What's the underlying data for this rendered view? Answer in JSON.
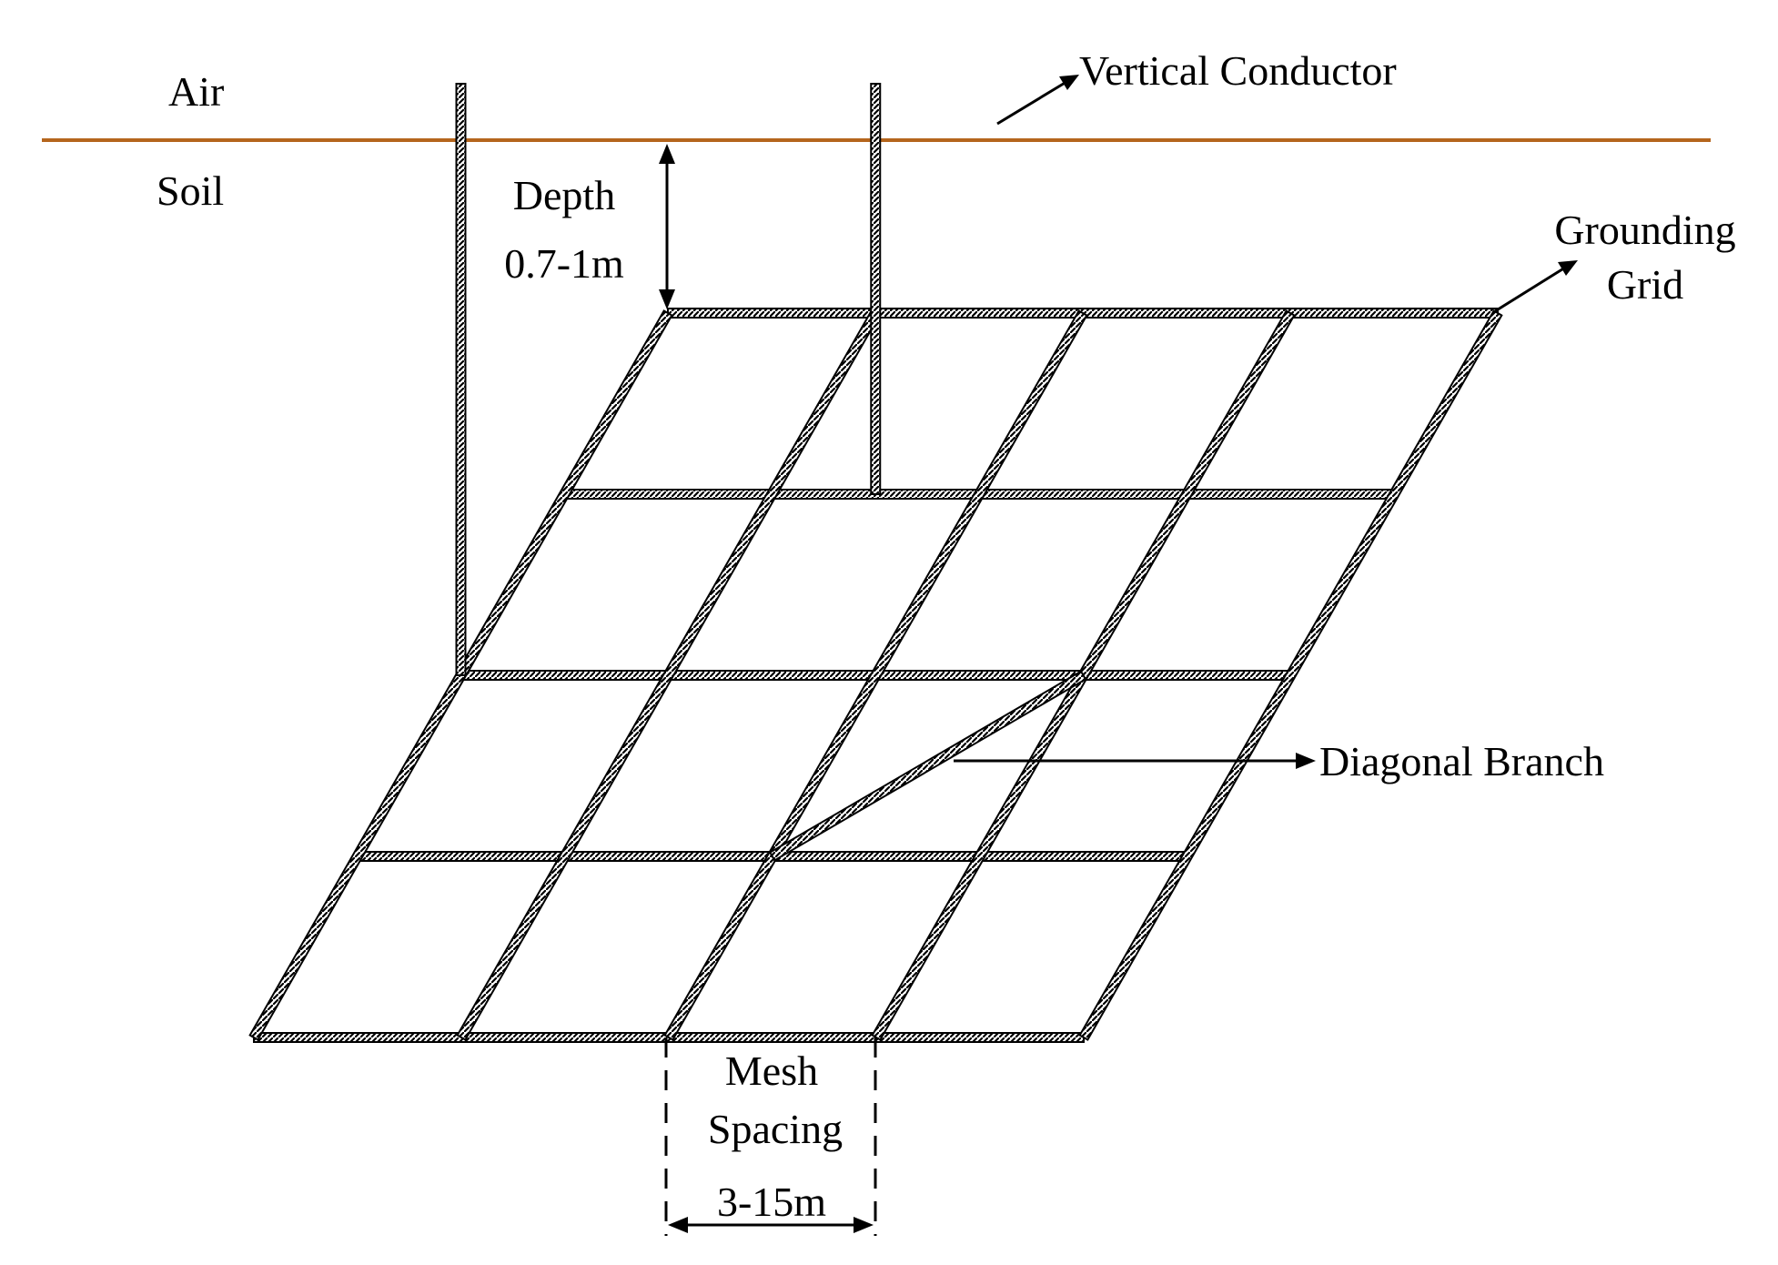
{
  "colors": {
    "surface_line": "#b5651d",
    "conductor_stroke": "#000000",
    "conductor_fill": "#ffffff",
    "text": "#000000",
    "background": "#ffffff"
  },
  "labels": {
    "air": "Air",
    "soil": "Soil",
    "vertical_conductor": "Vertical Conductor",
    "depth_title": "Depth",
    "depth_value": "0.7-1m",
    "grounding_grid_line1": "Grounding",
    "grounding_grid_line2": "Grid",
    "diagonal_branch": "Diagonal Branch",
    "mesh_spacing_line1": "Mesh",
    "mesh_spacing_line2": "Spacing",
    "mesh_spacing_value": "3-15m"
  },
  "grid": {
    "rows": 4,
    "columns": 4,
    "vertical_conductor_count": 2,
    "diagonal_branch_count": 1
  }
}
